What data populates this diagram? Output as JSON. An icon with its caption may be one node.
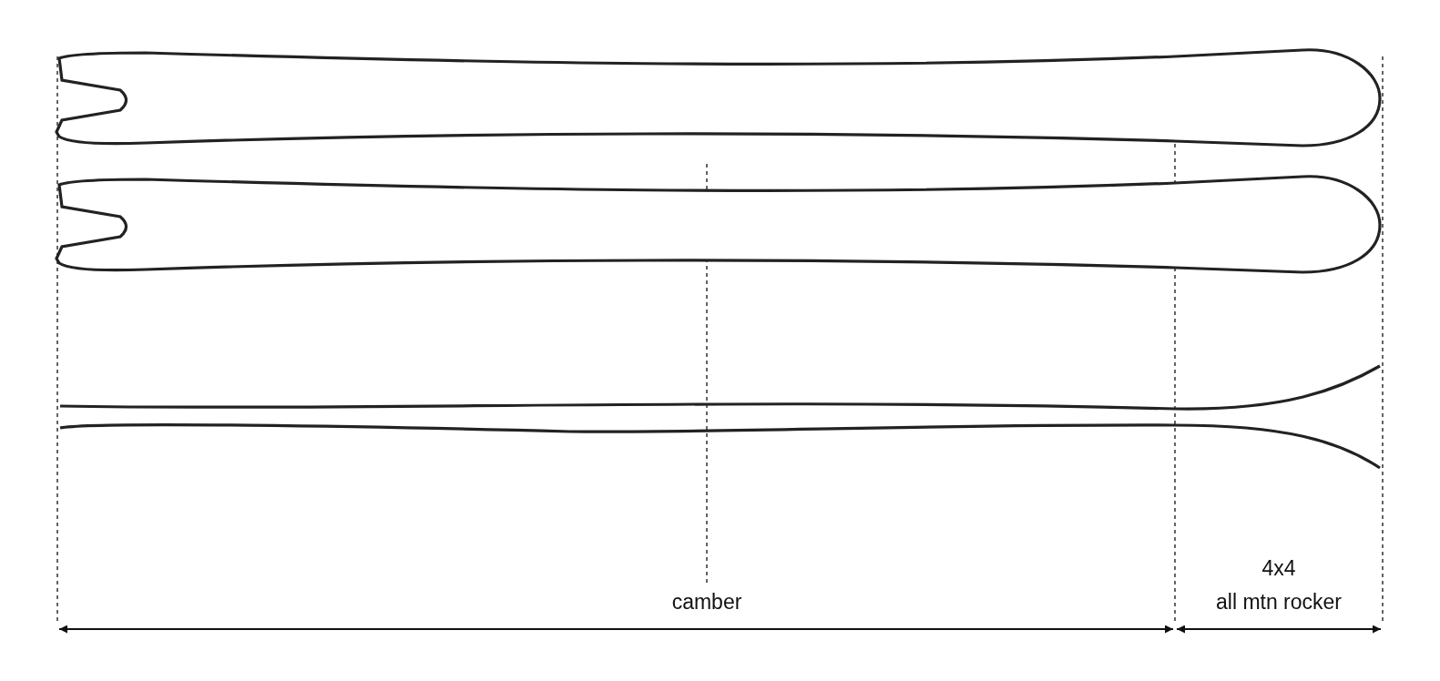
{
  "diagram": {
    "labels": [
      "camber",
      "4x4",
      "all mtn rocker"
    ]
  }
}
